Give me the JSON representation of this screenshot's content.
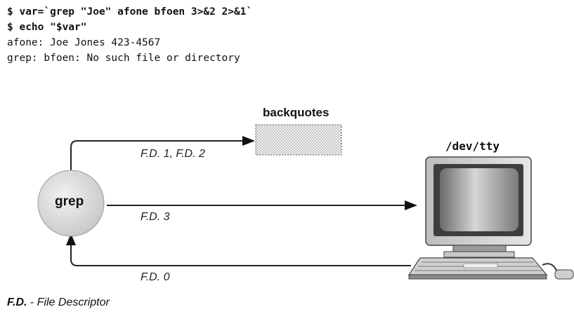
{
  "code": {
    "lines": [
      {
        "text": "$ var=`grep \"Joe\" afone bfoen 3>&2 2>&1`",
        "bold": true
      },
      {
        "text": "$ echo \"$var\"",
        "bold": true
      },
      {
        "text": "afone: Joe Jones 423-4567",
        "bold": false
      },
      {
        "text": "grep: bfoen: No such file or directory",
        "bold": false
      }
    ]
  },
  "diagram": {
    "process_label": "grep",
    "backquotes_label": "backquotes",
    "terminal_label": "/dev/tty",
    "fd_upper_label": "F.D. 1, F.D. 2",
    "fd_middle_label": "F.D. 3",
    "fd_lower_label": "F.D. 0"
  },
  "legend": {
    "abbr": "F.D.",
    "separator": " - ",
    "description": "File Descriptor"
  }
}
